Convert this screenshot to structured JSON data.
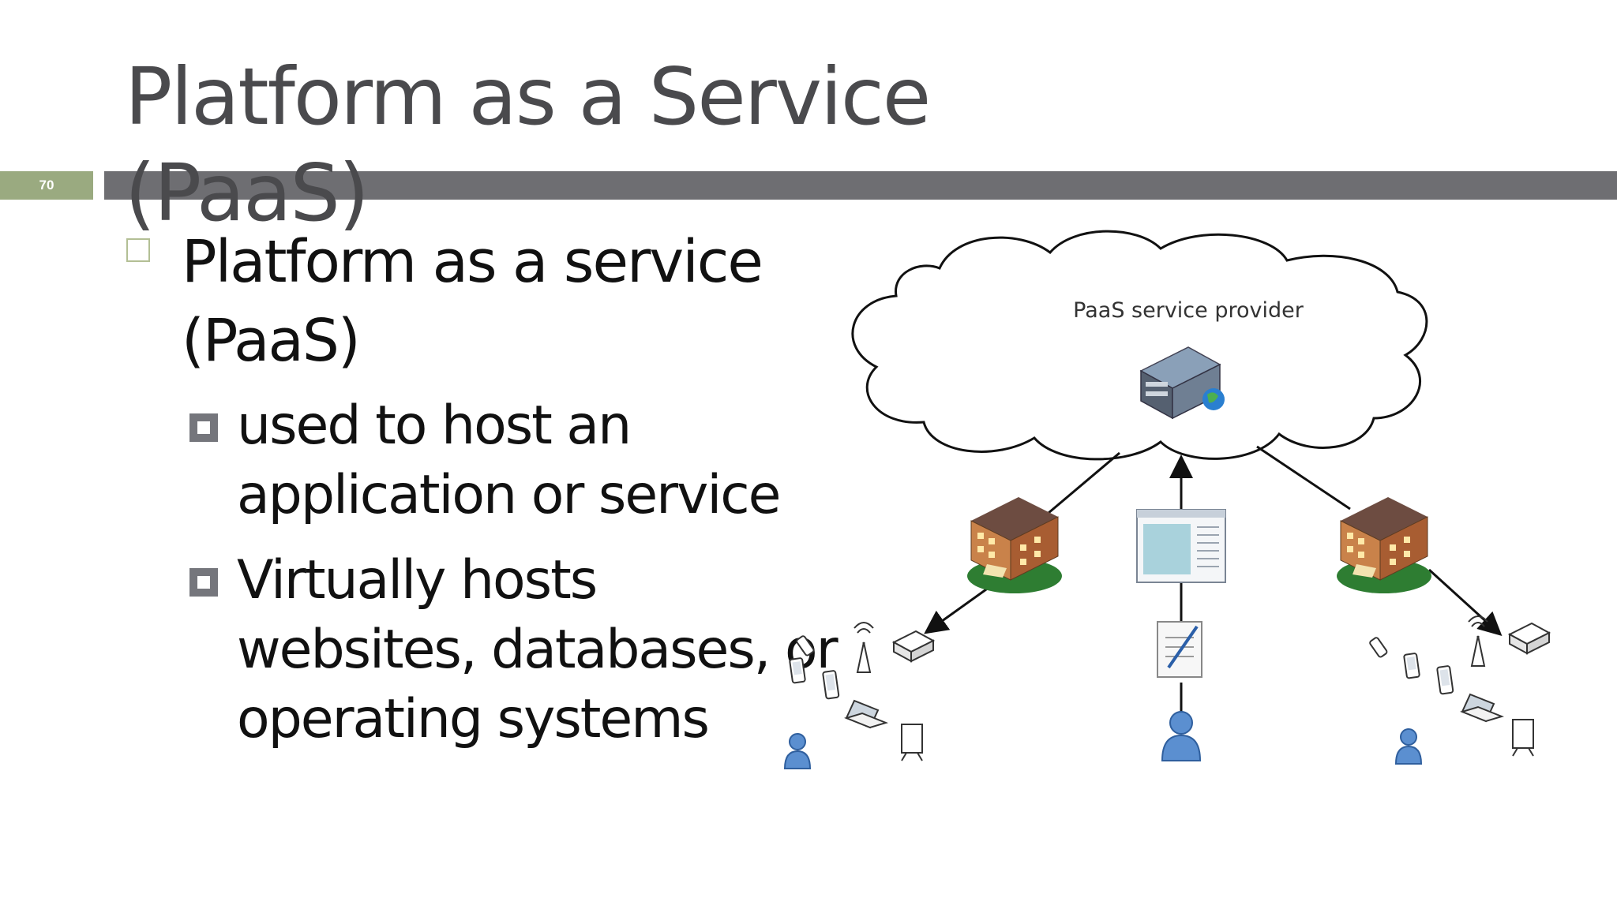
{
  "slide": {
    "number": "70",
    "title": "Platform as a Service (PaaS)"
  },
  "bullets": {
    "main": "Platform as a service (PaaS)",
    "sub": [
      "used to host an application or service",
      "Virtually hosts websites, databases, or operating systems"
    ]
  },
  "diagram": {
    "cloud_label": "PaaS service provider",
    "icons": [
      "server-icon",
      "building-icon",
      "browser-window-icon",
      "document-icon",
      "user-icon",
      "wireless-router-icon",
      "mobile-phone-icon",
      "laptop-icon",
      "presentation-board-icon"
    ]
  },
  "colors": {
    "band": "#6e6e72",
    "number_box": "#9aaa80",
    "title": "#4a4a4d",
    "bullet_outline": "#b3bf95",
    "sub_bullet": "#75767c"
  }
}
